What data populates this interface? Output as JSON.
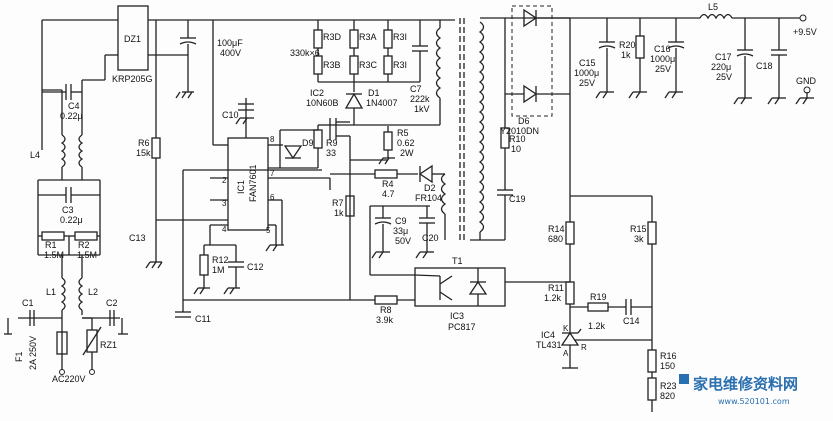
{
  "labels": {
    "dz1": "DZ1",
    "krp205g": "KRP205G",
    "c_main_value": "100μF",
    "c_main_voltage": "400V",
    "r3_group": "330k×6",
    "r3d": "R3D",
    "r3b": "R3B",
    "r3a": "R3A",
    "r3c": "R3C",
    "r3i": "R3I",
    "ic2": "IC2",
    "ic2_part": "10N60B",
    "d1": "D1",
    "d1_part": "1N4007",
    "c7": "C7",
    "c7_value": "222k",
    "c7_voltage": "1kV",
    "c4": "C4",
    "c4_value": "0.22μ",
    "l4": "L4",
    "c3": "C3",
    "c3_value": "0.22μ",
    "r1": "R1",
    "r1_value": "1.5M",
    "r2": "R2",
    "r2_value": "1.5M",
    "l1": "L1",
    "l2": "L2",
    "c1": "C1",
    "c2": "C2",
    "rz1": "RZ1",
    "ac220v": "AC220V",
    "f1": "F1",
    "f1_value": "2A 250V",
    "r6": "R6",
    "r6_value": "15k",
    "c10": "C10",
    "c13": "C13",
    "r12": "R12",
    "r12_value": "1M",
    "c12": "C12",
    "c11": "C11",
    "ic1": "IC1",
    "ic1_part": "FAN7601",
    "pin8": "8",
    "pin7": "7",
    "pin6": "6",
    "pin5": "5",
    "pin2": "2",
    "pin3": "3",
    "pin4": "4",
    "d9": "D9",
    "r9": "R9",
    "r9_value": "33",
    "r5": "R5",
    "r5_value": "0.62",
    "r5_power": "2W",
    "r4": "R4",
    "r4_value": "4.7",
    "d2": "D2",
    "d2_part": "FR104",
    "r7": "R7",
    "r7_value": "1k",
    "c9": "C9",
    "c9_value": "33μ",
    "c9_voltage": "50V",
    "c20": "C20",
    "t1": "T1",
    "r8": "R8",
    "r8_value": "3.9k",
    "ic3": "IC3",
    "ic3_part": "PC817",
    "d6": "D6",
    "d6_part": "Y2010DN",
    "r10": "R10",
    "r10_value": "10",
    "c19": "C19",
    "c15": "C15",
    "c15_value": "1000μ",
    "c15_voltage": "25V",
    "r20": "R20",
    "r20_value": "1k",
    "c16": "C16",
    "c16_value": "1000μ",
    "c16_voltage": "25V",
    "l5": "L5",
    "c17": "C17",
    "c17_value": "220μ",
    "c17_voltage": "25V",
    "c18": "C18",
    "vout": "+9.5V",
    "gnd": "GND",
    "r14": "R14",
    "r14_value": "680",
    "r15": "R15",
    "r15_value": "3k",
    "r11": "R11",
    "r11_value": "1.2k",
    "r19": "R19",
    "r19_value": "1.2k",
    "c14": "C14",
    "ic4": "IC4",
    "ic4_part": "TL431",
    "pin_k": "K",
    "pin_a": "A",
    "pin_r": "R",
    "r16": "R16",
    "r16_value": "150",
    "r23": "R23",
    "r23_value": "820"
  },
  "watermark": {
    "text": "家电维修资料网",
    "url": "www.520101.com"
  }
}
